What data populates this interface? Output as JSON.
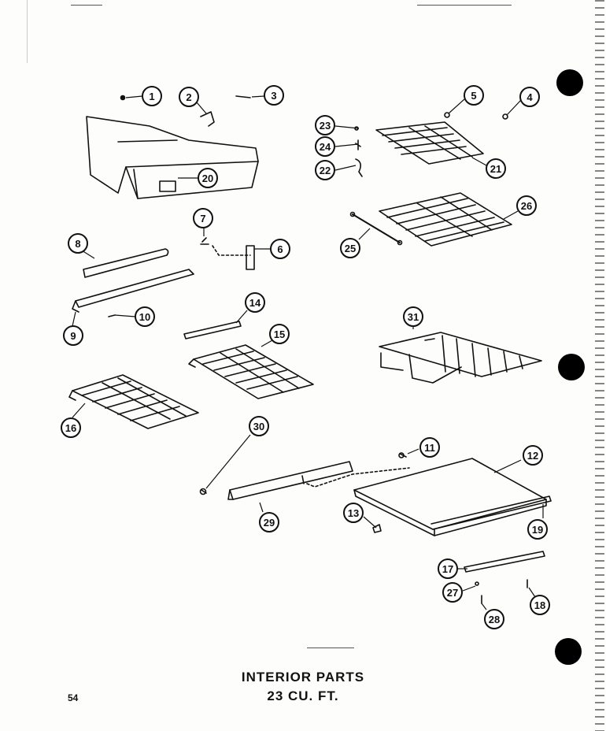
{
  "title_line1": "INTERIOR PARTS",
  "title_line2": "23 CU. FT.",
  "page_number": "54",
  "callouts": [
    "1",
    "2",
    "3",
    "4",
    "5",
    "6",
    "7",
    "8",
    "9",
    "10",
    "11",
    "12",
    "13",
    "14",
    "15",
    "16",
    "17",
    "18",
    "19",
    "20",
    "21",
    "22",
    "23",
    "24",
    "25",
    "26",
    "27",
    "28",
    "29",
    "30",
    "31"
  ],
  "colors": {
    "ink": "#111111",
    "paper": "#fdfdfb"
  }
}
